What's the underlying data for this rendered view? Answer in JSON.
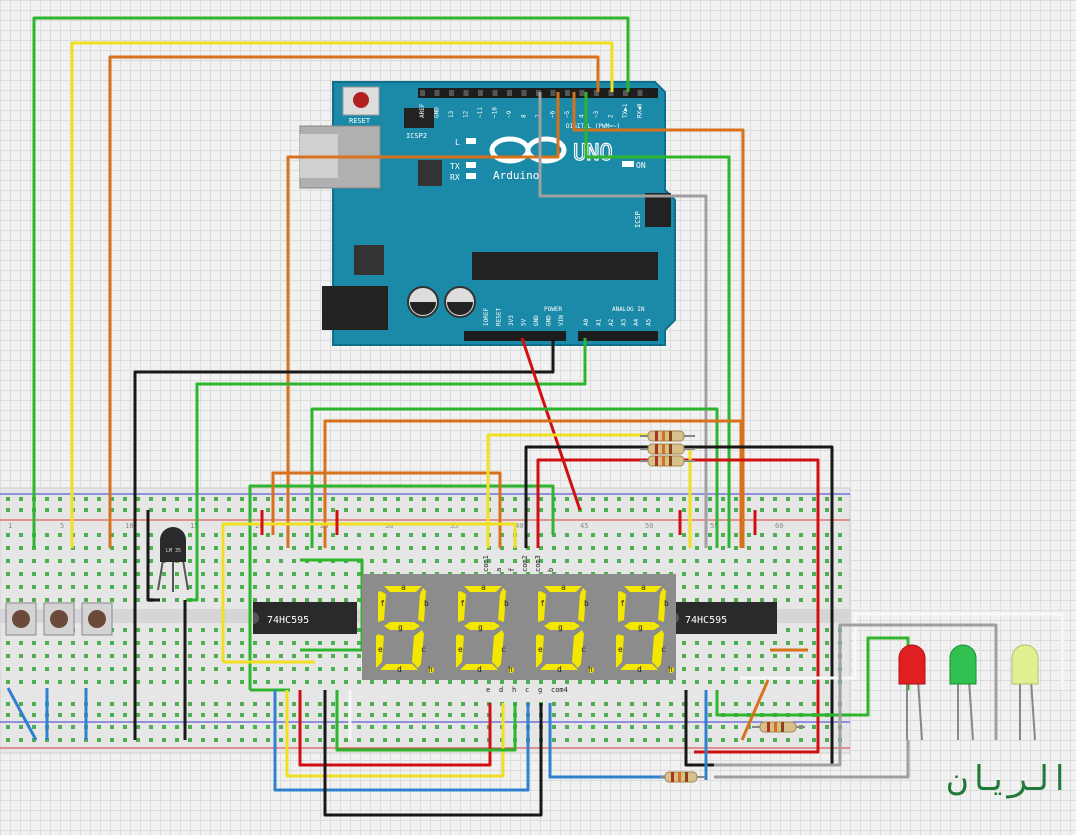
{
  "arduino": {
    "board_name": "UNO",
    "brand": "Arduino",
    "reset_label": "RESET",
    "icsp2_label": "ICSP2",
    "icsp_label": "ICSP",
    "led_l": "L",
    "led_tx": "TX",
    "led_rx": "RX",
    "led_on": "ON",
    "digital_label": "DIGITAL (PWM=~)",
    "power_label": "POWER",
    "analog_label": "ANALOG IN",
    "digital_pins": [
      "AREF",
      "GND",
      "13",
      "12",
      "~11",
      "~10",
      "~9",
      "8",
      "7",
      "~6",
      "~5",
      "4",
      "~3",
      "2",
      "TX▶1",
      "RX◀0"
    ],
    "power_pins": [
      "IOREF",
      "RESET",
      "3V3",
      "5V",
      "GND",
      "GND",
      "VIN"
    ],
    "analog_pins": [
      "A0",
      "A1",
      "A2",
      "A3",
      "A4",
      "A5"
    ]
  },
  "chips": {
    "left_label": "74HC595",
    "right_label": "74HC595"
  },
  "sensor": {
    "label": "LM 35"
  },
  "display": {
    "top_pins": [
      "com1",
      "a",
      "f",
      "com2",
      "com3",
      "b"
    ],
    "bottom_pins": [
      "e",
      "d",
      "h",
      "c",
      "g",
      "com4"
    ],
    "segment_letters": [
      "a",
      "b",
      "c",
      "d",
      "e",
      "f",
      "g",
      "h"
    ]
  },
  "breadboard": {
    "column_numbers": [
      "1",
      "5",
      "10",
      "15",
      "20",
      "25",
      "30",
      "35",
      "40",
      "45",
      "50",
      "55",
      "60"
    ]
  },
  "leds": {
    "colors": [
      "#e02020",
      "#30c050",
      "#e0f090"
    ]
  },
  "watermark": {
    "text": "الريان"
  },
  "colors": {
    "board": "#1a8aa8",
    "green_wire": "#2db52d",
    "yellow_wire": "#f0e020",
    "orange_wire": "#d8711c",
    "red_wire": "#d01010",
    "black_wire": "#181818",
    "blue_wire": "#3080d0",
    "gray_wire": "#a0a0a0",
    "segment_color": "#f3e600",
    "display_body": "#8c8c8c"
  }
}
